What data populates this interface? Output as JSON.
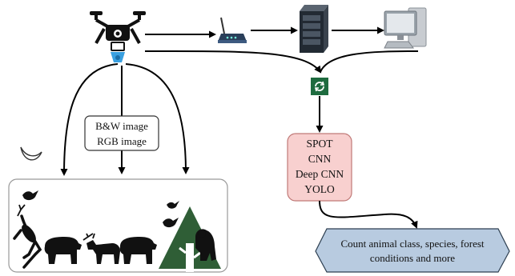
{
  "image_types": {
    "line1": "B&W image",
    "line2": "RGB image"
  },
  "algorithms": [
    "SPOT",
    "CNN",
    "Deep CNN",
    "YOLO"
  ],
  "output": {
    "line1": "Count animal class, species, forest",
    "line2": "conditions and more"
  },
  "icons": {
    "drone": "drone-icon",
    "router": "router-icon",
    "server": "server-icon",
    "computer": "desktop-computer-icon",
    "process": "refresh-icon",
    "moon": "moon-icon"
  },
  "colors": {
    "algo_fill": "#f8d0cf",
    "algo_stroke": "#c07a78",
    "output_fill": "#b8cbe0",
    "output_stroke": "#2c3e50",
    "process_fill": "#1e6b3f",
    "tree_fill": "#2f5e36",
    "camera_blue": "#3aa0e0"
  }
}
